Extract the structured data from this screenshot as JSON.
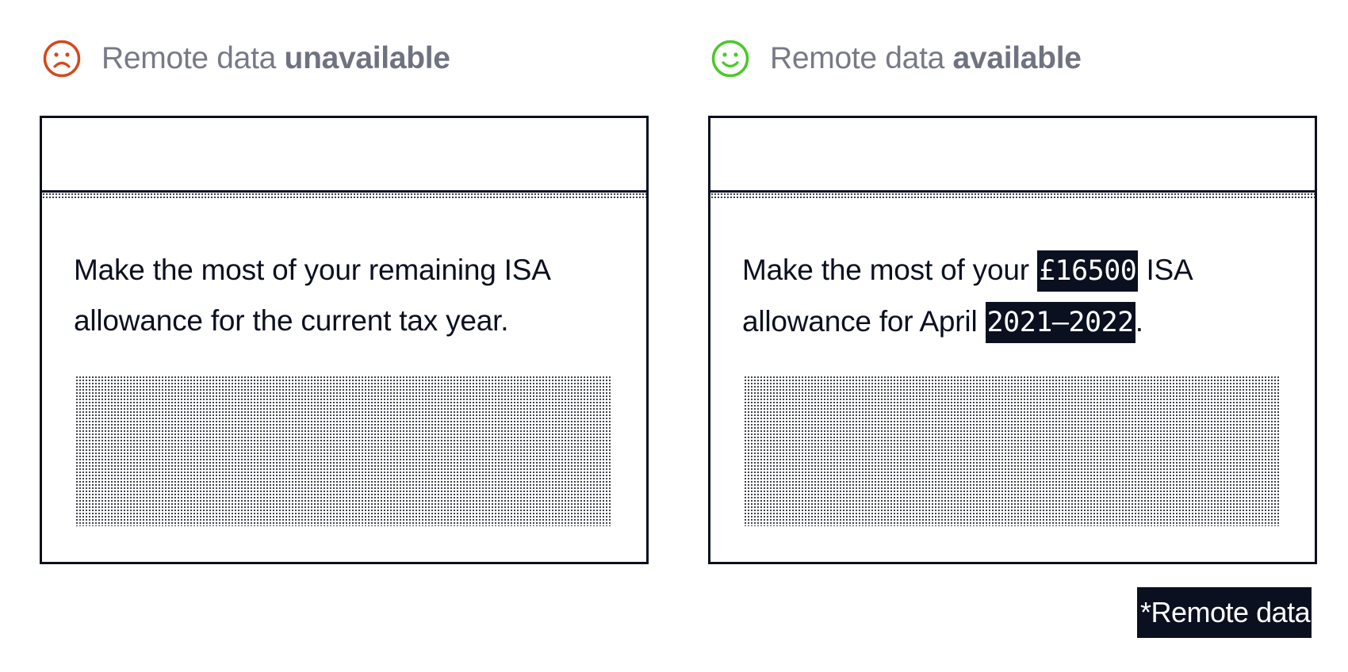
{
  "colors": {
    "sad": "#d24a1e",
    "happy": "#4cc82a",
    "ink": "#0b1020",
    "status_text": "#777a86"
  },
  "left": {
    "status_prefix": "Remote data",
    "status_emphasis": "unavailable",
    "status_icon": "sad-face-icon",
    "message": "Make the most of your remaining ISA allowance for the current tax year."
  },
  "right": {
    "status_prefix": "Remote data",
    "status_emphasis": "available",
    "status_icon": "happy-face-icon",
    "message_part1": "Make the most of your",
    "allowance_amount": "£16500",
    "message_part2": "ISA allowance for April",
    "tax_year": "2021–2022",
    "message_end": "."
  },
  "legend": {
    "label": "*Remote data"
  }
}
